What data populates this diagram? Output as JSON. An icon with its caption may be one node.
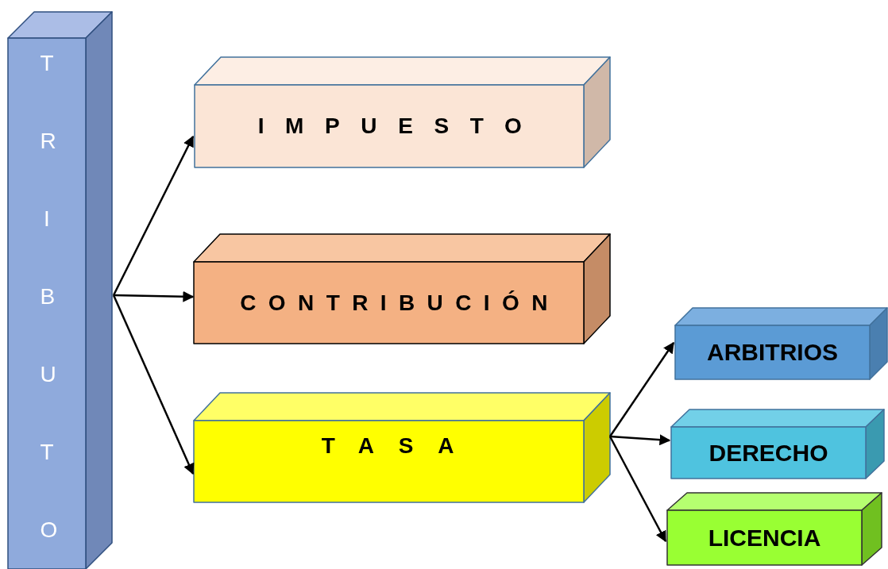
{
  "diagram": {
    "nodes": [
      {
        "text": [
          "TRIBUTO"
        ]
      },
      {
        "text": [
          "IMPUESTO"
        ]
      },
      {
        "text": [
          "CONTRIBUCIÓN"
        ]
      },
      {
        "text": [
          "TASA"
        ]
      },
      {
        "text": [
          "ARBITRIOS"
        ]
      },
      {
        "text": [
          "DERECHO"
        ]
      },
      {
        "text": [
          "LICENCIA"
        ]
      }
    ],
    "edges": [
      {
        "from": 0,
        "to": 1,
        "arrow": "to"
      },
      {
        "from": 0,
        "to": 2,
        "arrow": "to"
      },
      {
        "from": 0,
        "to": 3,
        "arrow": "to"
      },
      {
        "from": 3,
        "to": 4,
        "arrow": "to"
      },
      {
        "from": 3,
        "to": 5,
        "arrow": "to"
      },
      {
        "from": 3,
        "to": 6,
        "arrow": "to"
      }
    ]
  }
}
